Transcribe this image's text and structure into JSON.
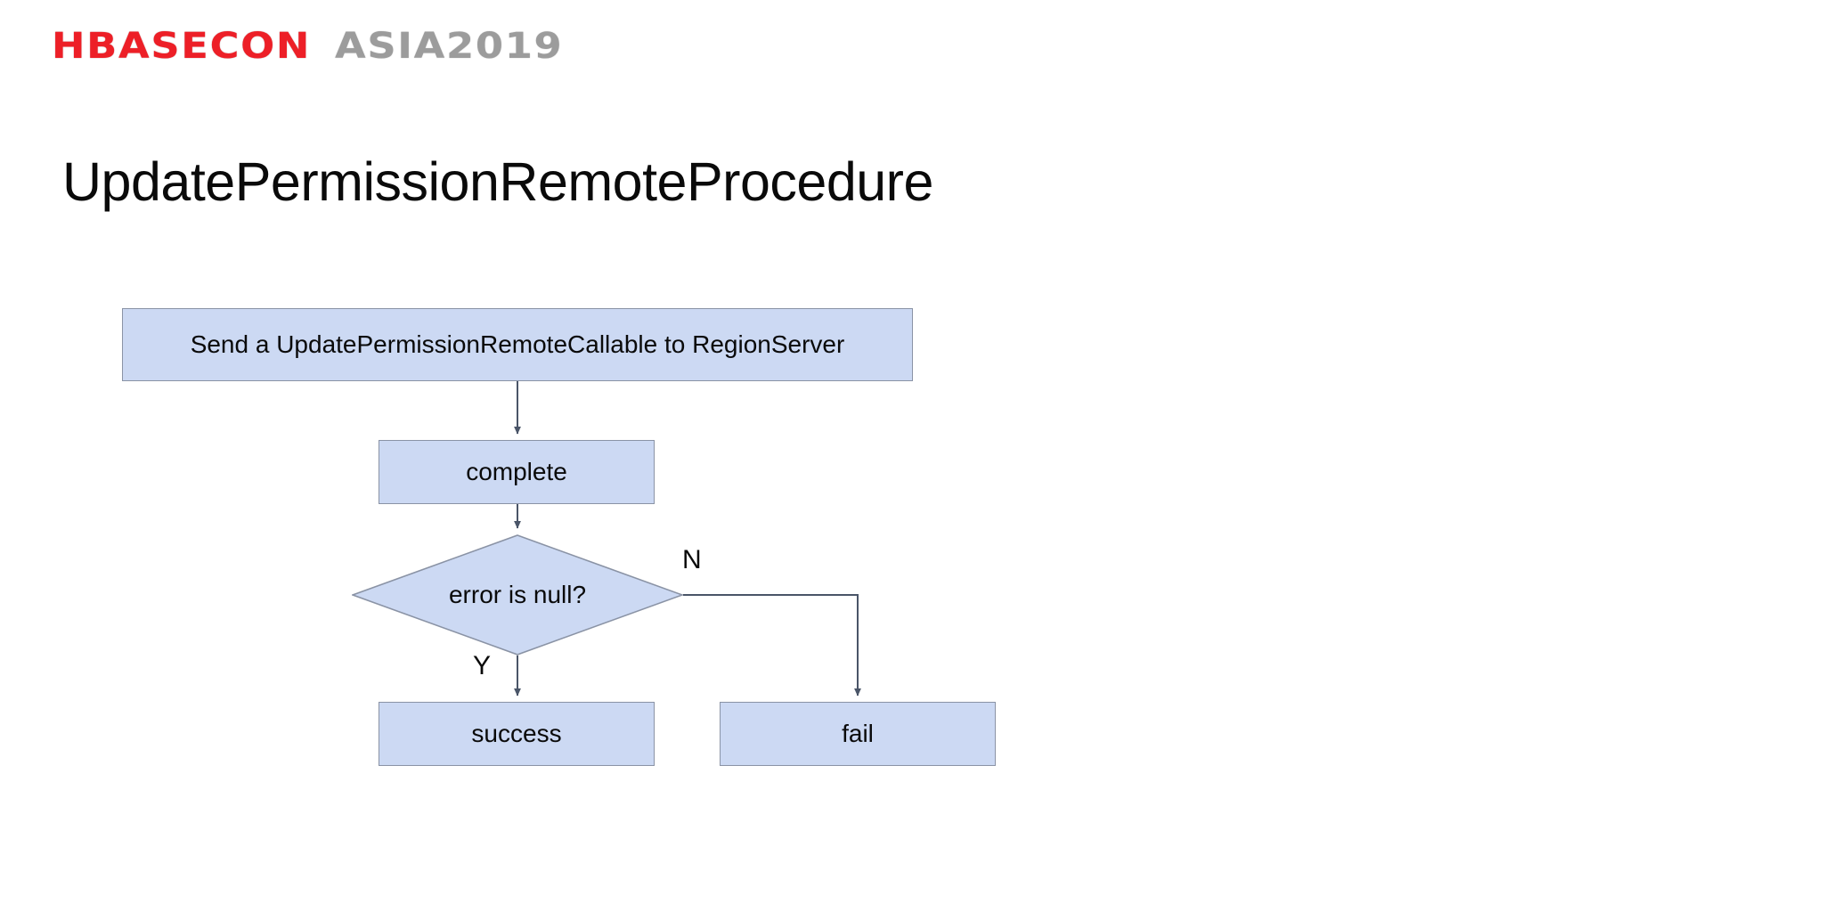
{
  "logo": {
    "primary_text": "HBASECON",
    "secondary_text": "ASIA2019",
    "primary_color": "#ED1F27",
    "secondary_color": "#9C9C9C"
  },
  "slide": {
    "title": "UpdatePermissionRemoteProcedure",
    "background_color": "#ffffff"
  },
  "chart_data": {
    "type": "diagram",
    "diagram_kind": "flowchart",
    "title": "UpdatePermissionRemoteProcedure",
    "node_fill_color": "#ccd9f3",
    "node_border_color": "#8a93a5",
    "connector_color": "#4a5568",
    "text_color": "#0a0a0a",
    "nodes": [
      {
        "id": "send",
        "shape": "rectangle",
        "label": "Send a UpdatePermissionRemoteCallable to RegionServer"
      },
      {
        "id": "complete",
        "shape": "rectangle",
        "label": "complete"
      },
      {
        "id": "decision",
        "shape": "diamond",
        "label": "error is null?"
      },
      {
        "id": "success",
        "shape": "rectangle",
        "label": "success"
      },
      {
        "id": "fail",
        "shape": "rectangle",
        "label": "fail"
      }
    ],
    "edges": [
      {
        "from": "send",
        "to": "complete",
        "label": ""
      },
      {
        "from": "complete",
        "to": "decision",
        "label": ""
      },
      {
        "from": "decision",
        "to": "success",
        "label": "Y"
      },
      {
        "from": "decision",
        "to": "fail",
        "label": "N"
      }
    ],
    "edge_labels": {
      "yes": "Y",
      "no": "N"
    }
  }
}
